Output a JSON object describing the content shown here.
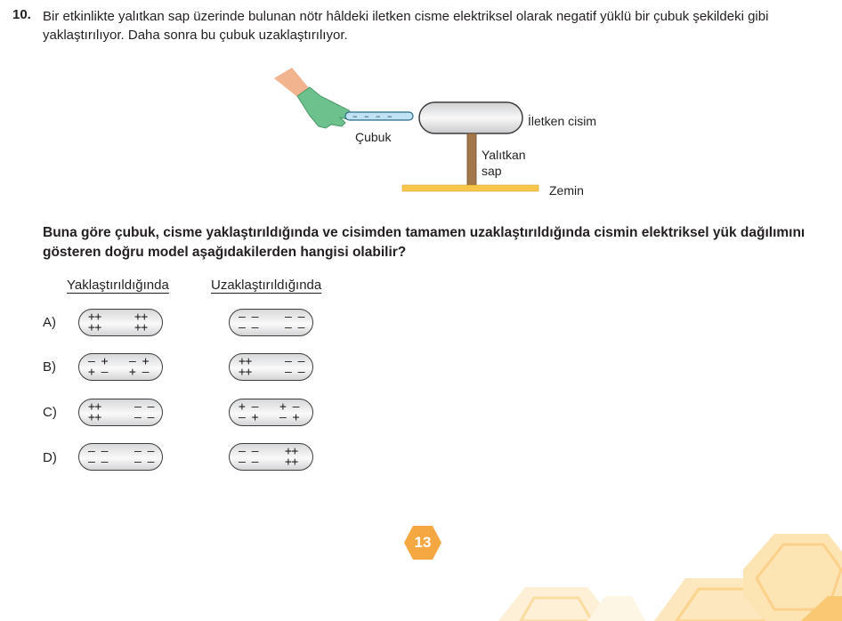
{
  "question": {
    "number": "10.",
    "text": "Bir etkinlikte yalıtkan sap üzerinde bulunan nötr hâldeki iletken cisme elektriksel olarak negatif yüklü bir çubuk şekildeki gibi yaklaştırılıyor. Daha sonra bu çubuk uzaklaştırılıyor."
  },
  "figure": {
    "rod_label": "Çubuk",
    "rod_charges": "– – – –",
    "body_label": "İletken cisim",
    "handle_label_line1": "Yalıtkan",
    "handle_label_line2": "sap",
    "ground_label": "Zemin",
    "colors": {
      "glove": "#6cc18d",
      "skin": "#f2b48f",
      "rod": "#bfe3f5",
      "stand": "#a4774a",
      "ground": "#f7c64b"
    }
  },
  "prompt": "Buna göre çubuk, cisme yaklaştırıldığında ve cisimden tamamen uzaklaştırıldığında cismin elektriksel yük dağılımını gösteren doğru model aşağıdakilerden hangisi olabilir?",
  "columns": {
    "near": "Yaklaştırıldığında",
    "far": "Uzaklaştırıldığında"
  },
  "options": [
    {
      "letter": "A)",
      "near": {
        "tl": "++",
        "tr": "++",
        "bl": "++",
        "br": "++"
      },
      "far": {
        "tl": "– –",
        "tr": "– –",
        "bl": "– –",
        "br": "– –"
      }
    },
    {
      "letter": "B)",
      "near": {
        "tl": "– +",
        "tr": "– +",
        "bl": "+ –",
        "br": "+ –"
      },
      "far": {
        "tl": "++",
        "tr": "– –",
        "bl": "++",
        "br": "– –"
      }
    },
    {
      "letter": "C)",
      "near": {
        "tl": "++",
        "tr": "– –",
        "bl": "++",
        "br": "– –"
      },
      "far": {
        "tl": "+ –",
        "tr": "+ –",
        "bl": "– +",
        "br": "– +"
      }
    },
    {
      "letter": "D)",
      "near": {
        "tl": "– –",
        "tr": "– –",
        "bl": "– –",
        "br": "– –"
      },
      "far": {
        "tl": "– –",
        "tr": "++",
        "bl": "– –",
        "br": "++"
      }
    }
  ],
  "page_number": "13",
  "accent_color": "#f5a742"
}
